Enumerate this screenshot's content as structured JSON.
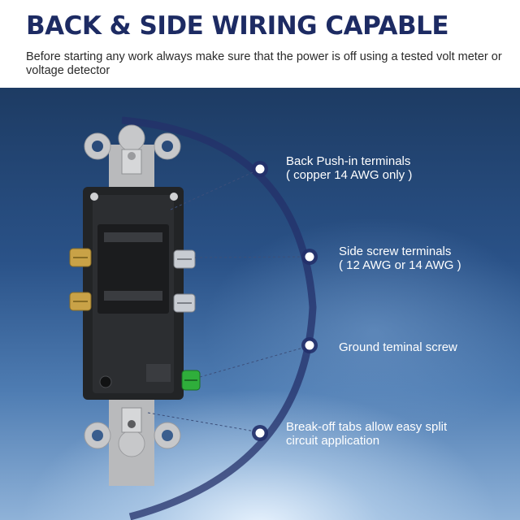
{
  "header": {
    "title": "BACK & SIDE WIRING CAPABLE",
    "subtitle": "Before starting any work always make sure that the power is off using a tested volt meter or voltage detector"
  },
  "callouts": [
    {
      "line1": "Back Push-in terminals",
      "line2": "( copper 14 AWG only )"
    },
    {
      "line1": "Side screw terminals",
      "line2": "( 12 AWG or 14 AWG )"
    },
    {
      "line1": "Ground teminal screw",
      "line2": ""
    },
    {
      "line1": "Break-off tabs allow easy split",
      "line2": "circuit application"
    }
  ],
  "colors": {
    "title": "#1d2b63",
    "arc": "#24306a",
    "marker": "#ffffff",
    "ground_screw": "#2fae3b",
    "brass_screw": "#c9a247",
    "silver_screw": "#c8ccd2",
    "outlet_body": "#222426",
    "strap": "#b9babc"
  },
  "icons": [
    "marker-dot-icon",
    "brass-screw-icon",
    "silver-screw-icon",
    "ground-screw-icon"
  ]
}
